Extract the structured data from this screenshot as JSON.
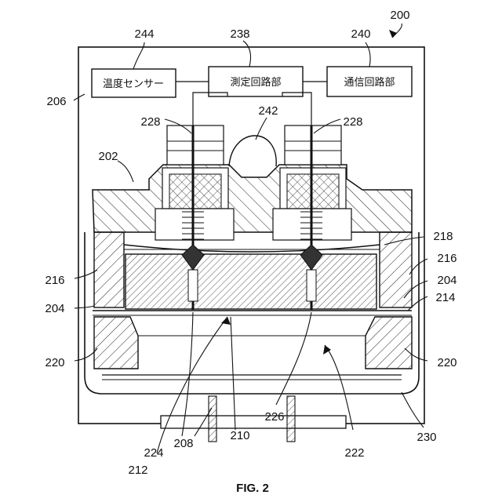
{
  "figure": {
    "caption": "FIG. 2",
    "boxes": {
      "temperature_sensor": "温度センサー",
      "measurement_circuit": "測定回路部",
      "communication_circuit": "通信回路部"
    },
    "refs": {
      "r200": "200",
      "r202": "202",
      "r204_left": "204",
      "r204_right": "204",
      "r206": "206",
      "r208": "208",
      "r210": "210",
      "r212": "212",
      "r214": "214",
      "r216_left": "216",
      "r216_right": "216",
      "r218": "218",
      "r220_left": "220",
      "r220_right": "220",
      "r222": "222",
      "r224": "224",
      "r226": "226",
      "r228_left": "228",
      "r228_right": "228",
      "r230": "230",
      "r238": "238",
      "r240": "240",
      "r242": "242",
      "r244": "244"
    }
  }
}
